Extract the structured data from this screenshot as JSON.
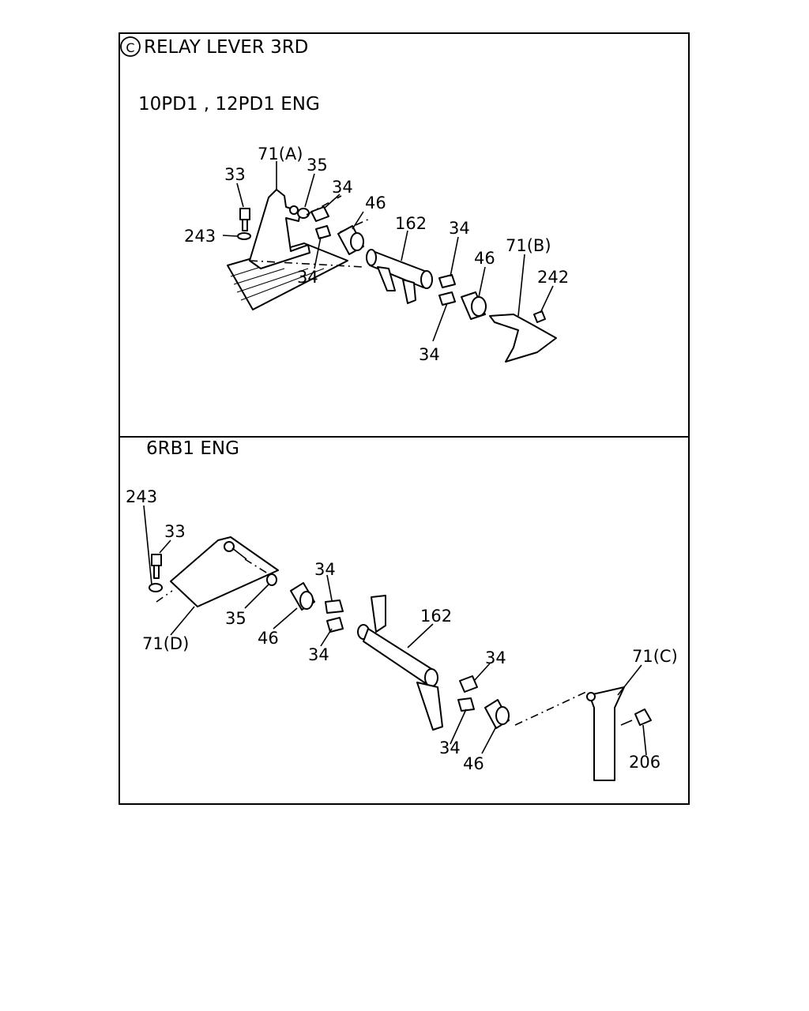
{
  "title": "RELAY LEVER 3RD",
  "title_symbol": "C",
  "sections": [
    {
      "heading": "10PD1 , 12PD1 ENG",
      "callouts": [
        "71(A)",
        "33",
        "35",
        "34",
        "46",
        "243",
        "162",
        "34",
        "46",
        "71(B)",
        "34",
        "242",
        "34"
      ]
    },
    {
      "heading": "6RB1 ENG",
      "callouts": [
        "243",
        "33",
        "34",
        "162",
        "35",
        "46",
        "34",
        "71(D)",
        "34",
        "71(C)",
        "34",
        "46",
        "206"
      ]
    }
  ]
}
